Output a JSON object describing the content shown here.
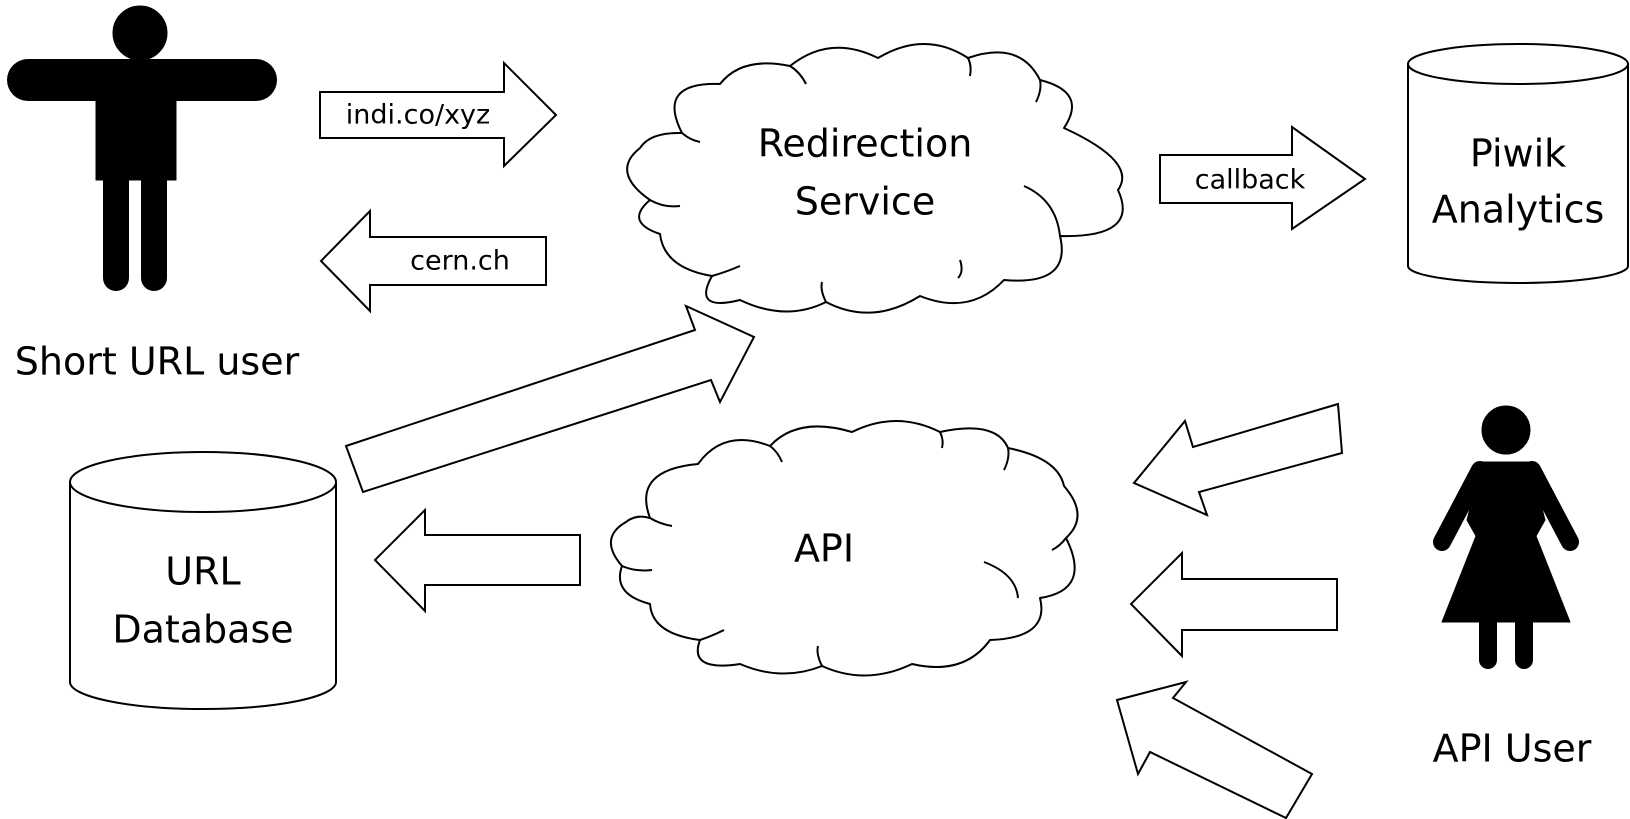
{
  "diagram": {
    "actors": {
      "short_url_user": {
        "label": "Short URL user"
      },
      "api_user": {
        "label": "API User"
      }
    },
    "services": {
      "redirection": {
        "line1": "Redirection",
        "line2": "Service"
      },
      "api": {
        "label": "API"
      }
    },
    "databases": {
      "piwik": {
        "line1": "Piwik",
        "line2": "Analytics"
      },
      "url_db": {
        "line1": "URL",
        "line2": "Database"
      }
    },
    "arrows": {
      "request": {
        "label": "indi.co/xyz"
      },
      "response": {
        "label": "cern.ch"
      },
      "callback": {
        "label": "callback"
      }
    },
    "colors": {
      "stroke": "#000000",
      "fill": "#ffffff",
      "figure": "#000000"
    }
  }
}
